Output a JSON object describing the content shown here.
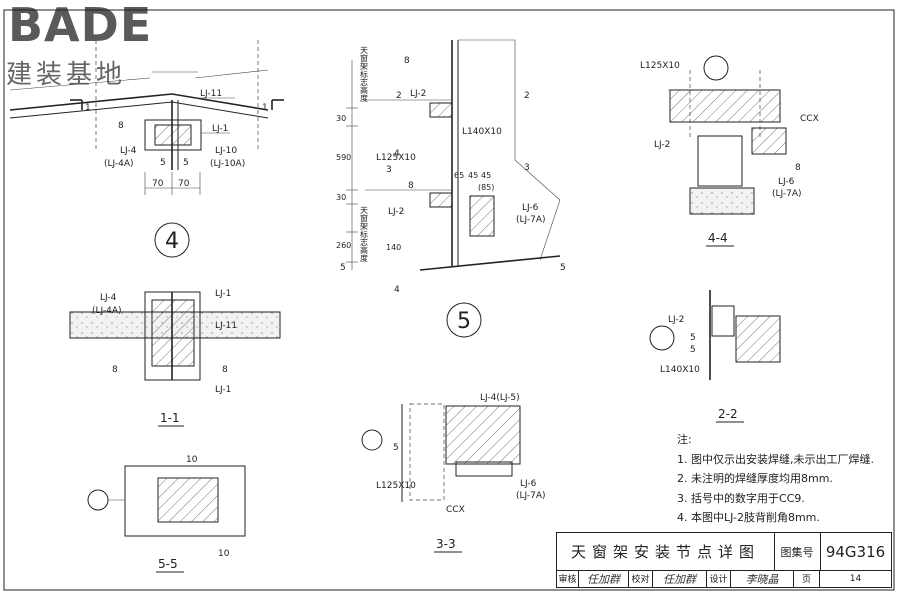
{
  "logo": {
    "letters": "BADE",
    "chinese": "建装基地"
  },
  "labels": {
    "lj11": "LJ-11",
    "lj1": "LJ-1",
    "lj4": "LJ-4",
    "lj4a": "(LJ-4A)",
    "lj10": "LJ-10",
    "lj10a": "(LJ-10A)",
    "lj2": "LJ-2",
    "lj6": "LJ-6",
    "lj7a": "(LJ-7A)",
    "lj4lj5": "LJ-4(LJ-5)",
    "l125": "L125X10",
    "l140": "L140X10",
    "ccx": "CCX",
    "eight": "8",
    "ten": "10",
    "five": "5",
    "seventy": "70",
    "d30": "30",
    "d590": "590",
    "d140": "140",
    "d260": "260",
    "d65": "65",
    "d45": "45",
    "d85": "(85)",
    "elev1": "天窗架标志高度",
    "elev2": "天窗架标志高度"
  },
  "section_marks": {
    "n1": "1",
    "n2": "2",
    "n3": "3",
    "n4": "4",
    "n5": "5"
  },
  "views": {
    "v4": "4",
    "v5": "5",
    "s11": "1-1",
    "s55": "5-5",
    "s33": "3-3",
    "s44": "4-4",
    "s22": "2-2"
  },
  "notes": {
    "heading": "注:",
    "items": [
      "1. 图中仅示出安装焊缝,未示出工厂焊缝.",
      "2. 未注明的焊缝厚度均用8mm.",
      "3. 括号中的数字用于CC9.",
      "4. 本图中LJ-2肢背削角8mm."
    ]
  },
  "title_block": {
    "title": "天窗架安装节点详图",
    "atlas_label": "图集号",
    "atlas_no": "94G316",
    "review_label": "审核",
    "review_sig": "任加群",
    "check_label": "校对",
    "check_sig": "任加群",
    "design_label": "设计",
    "design_sig": "李晓晶",
    "page_label": "页",
    "page_no": "14"
  }
}
